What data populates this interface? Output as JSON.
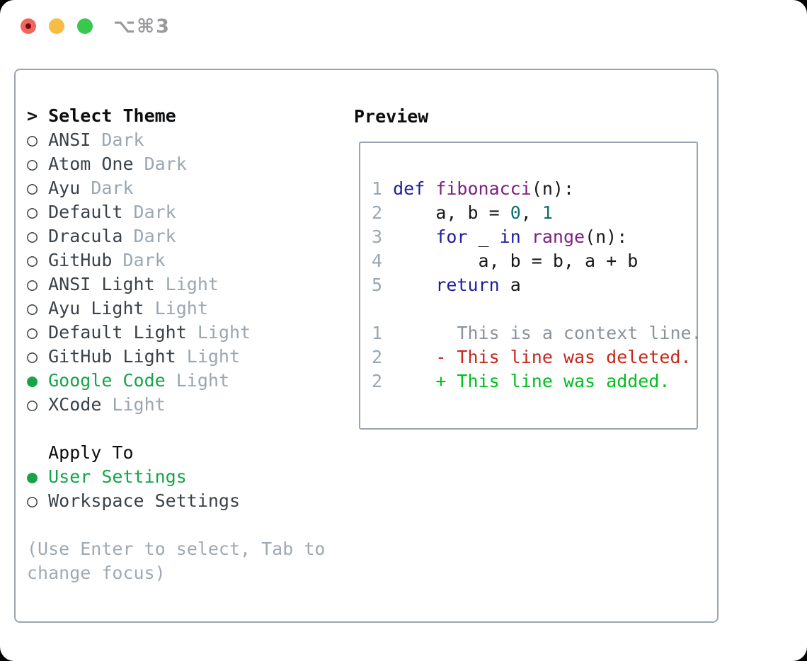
{
  "window": {
    "title": "⌥⌘3"
  },
  "selector": {
    "prompt": ">",
    "title": "Select Theme",
    "radio_off": "○",
    "radio_on": "●",
    "accent_green": "#16a34a",
    "themes": [
      {
        "name": "ANSI",
        "tag": "Dark",
        "selected": false
      },
      {
        "name": "Atom One",
        "tag": "Dark",
        "selected": false
      },
      {
        "name": "Ayu",
        "tag": "Dark",
        "selected": false
      },
      {
        "name": "Default",
        "tag": "Dark",
        "selected": false
      },
      {
        "name": "Dracula",
        "tag": "Dark",
        "selected": false
      },
      {
        "name": "GitHub",
        "tag": "Dark",
        "selected": false
      },
      {
        "name": "ANSI Light",
        "tag": "Light",
        "selected": false
      },
      {
        "name": "Ayu Light",
        "tag": "Light",
        "selected": false
      },
      {
        "name": "Default Light",
        "tag": "Light",
        "selected": false
      },
      {
        "name": "GitHub Light",
        "tag": "Light",
        "selected": false
      },
      {
        "name": "Google Code",
        "tag": "Light",
        "selected": true
      },
      {
        "name": "XCode",
        "tag": "Light",
        "selected": false
      }
    ],
    "apply": {
      "title": "Apply To",
      "options": [
        {
          "label": "User Settings",
          "selected": true
        },
        {
          "label": "Workspace Settings",
          "selected": false
        }
      ]
    },
    "hint_line1": "(Use Enter to select, Tab to",
    "hint_line2": "change focus)"
  },
  "preview": {
    "title": "Preview",
    "syntax_colors": {
      "keyword": "#1e1e9e",
      "function": "#7d2181",
      "literal": "#0e6f6f",
      "plain": "#17191c",
      "line_number": "#9aa6b2",
      "context": "#8b929b",
      "deleted": "#c5281a",
      "added": "#00bf1f"
    },
    "code_lines": [
      {
        "num": "1",
        "t0": "def",
        "t1": " ",
        "t2": "fibonacci",
        "t3": "(n):"
      },
      {
        "num": "2",
        "t0": "    a, b = ",
        "t1": "0",
        "t2": ", ",
        "t3": "1"
      },
      {
        "num": "3",
        "t0": "    ",
        "t1": "for",
        "t2": " _ ",
        "t3": "in",
        "t4": " ",
        "t5": "range",
        "t6": "(n):"
      },
      {
        "num": "4",
        "t0": "        a, b = b, a + b"
      },
      {
        "num": "5",
        "t0": "    ",
        "t1": "return",
        "t2": " a"
      }
    ],
    "diff_lines": [
      {
        "num": "1",
        "gap": "      ",
        "text": "This is a context line.",
        "kind": "context"
      },
      {
        "num": "2",
        "gap": "    ",
        "text": "- This line was deleted.",
        "kind": "deleted"
      },
      {
        "num": "2",
        "gap": "    ",
        "text": "+ This line was added.",
        "kind": "added"
      }
    ]
  }
}
